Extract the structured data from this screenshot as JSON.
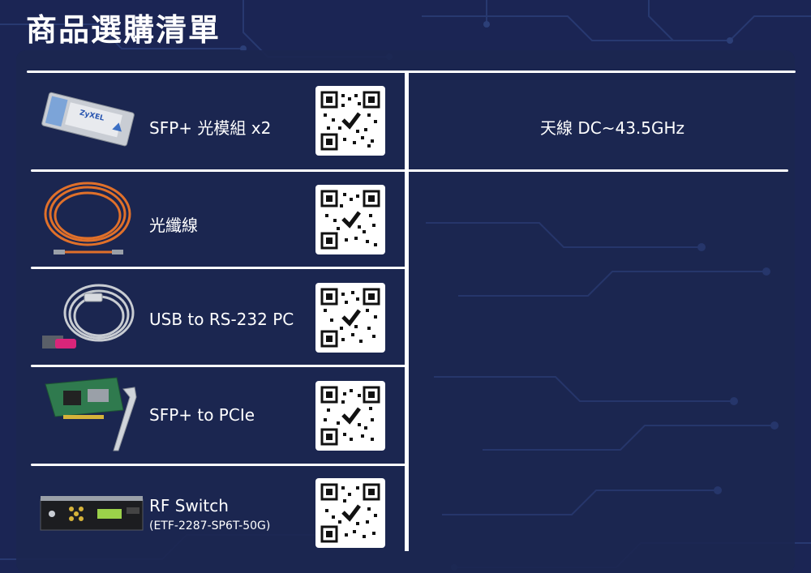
{
  "title": "商品選購清單",
  "items": [
    {
      "label": "SFP+ 光模組 x2",
      "thumb_icon": "sfp-module-icon"
    },
    {
      "label": "光纖線",
      "thumb_icon": "fiber-cable-icon"
    },
    {
      "label": "USB to RS-232 PC",
      "thumb_icon": "usb-serial-cable-icon"
    },
    {
      "label": "SFP+ to PCIe",
      "thumb_icon": "pcie-card-icon"
    },
    {
      "label": "RF Switch",
      "sublabel": "(ETF-2287-SP6T-50G)",
      "thumb_icon": "rf-switch-icon"
    }
  ],
  "right_column": {
    "label": "天線 DC~43.5GHz"
  },
  "colors": {
    "background": "#1b2554",
    "panel": "#1b2650",
    "lines": "#ffffff"
  }
}
